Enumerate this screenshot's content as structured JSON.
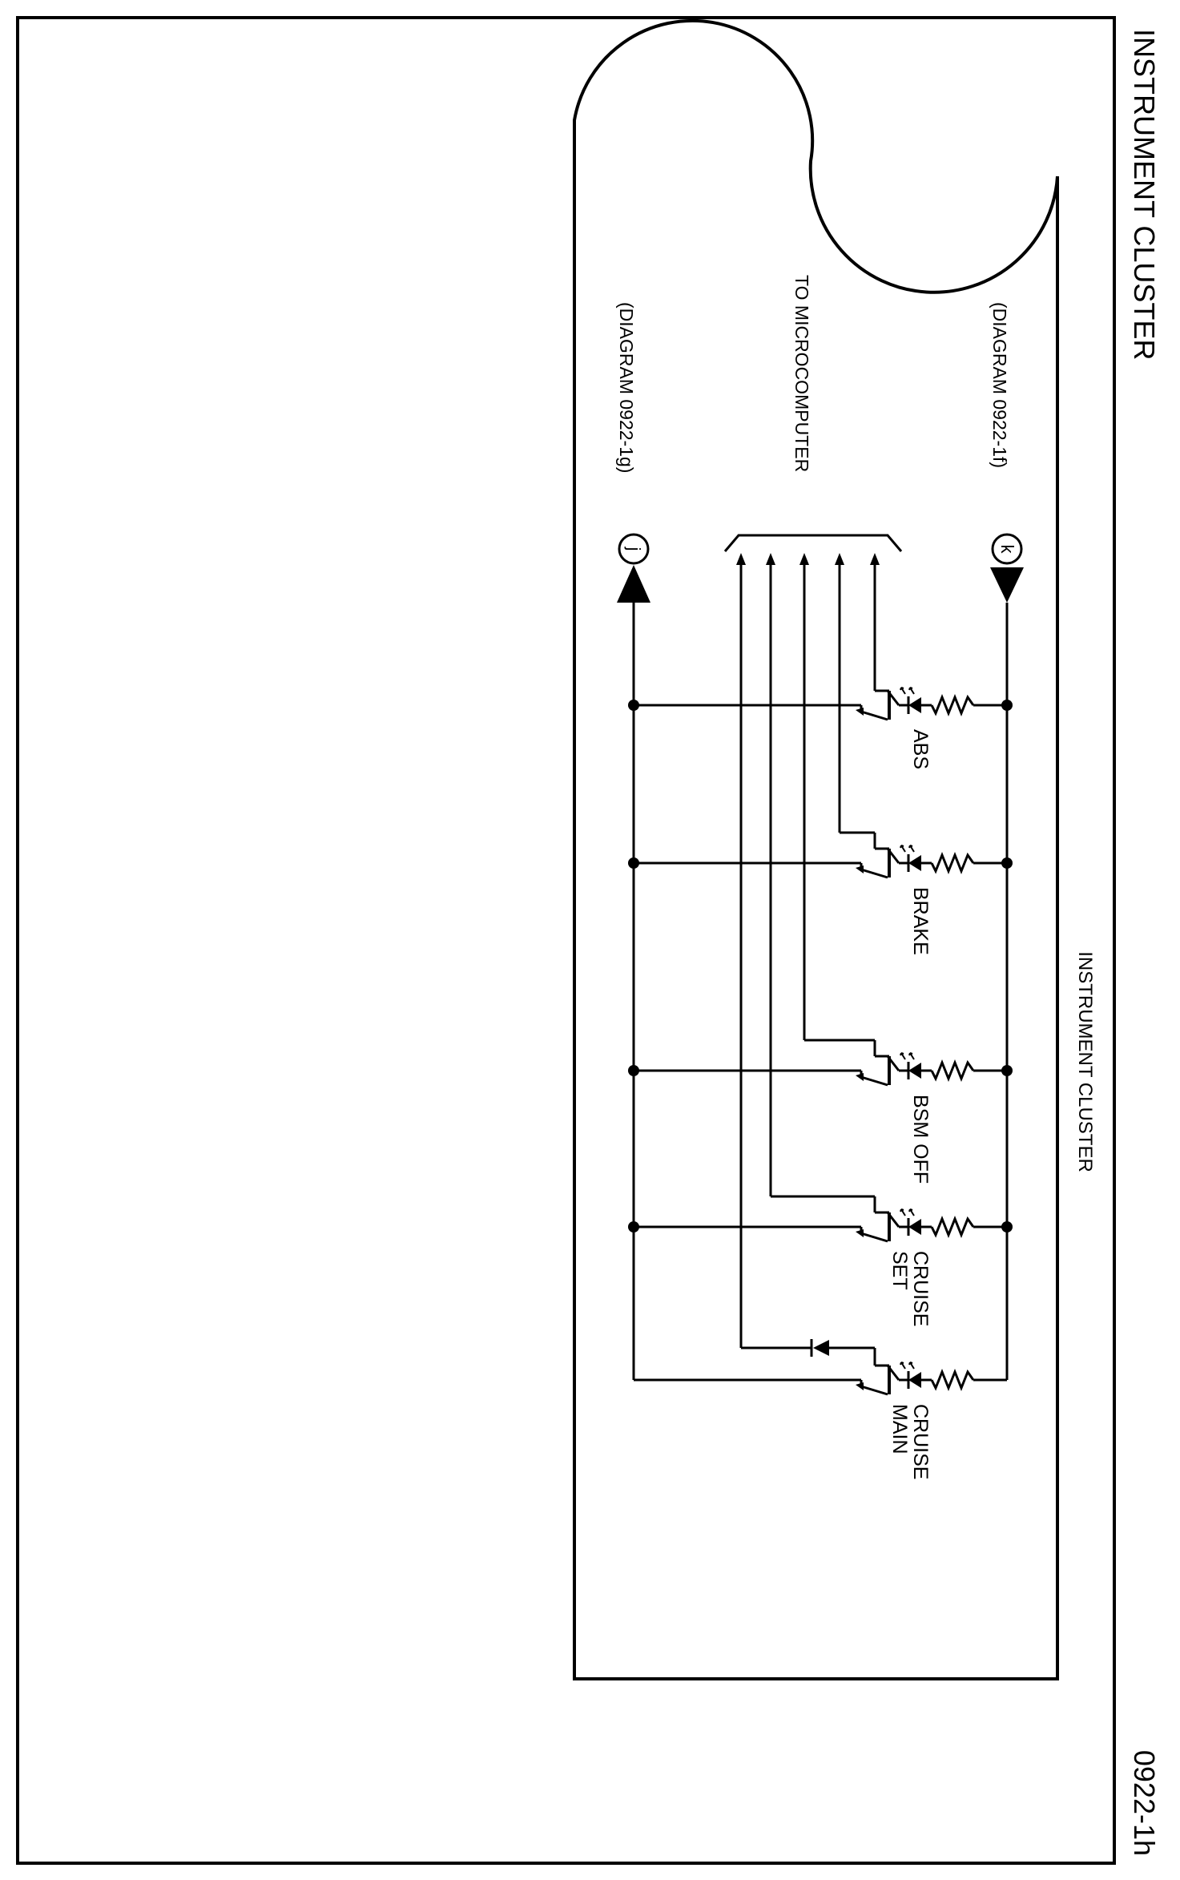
{
  "page": {
    "title": "INSTRUMENT CLUSTER",
    "diagram_id": "0922-1h"
  },
  "cluster": {
    "label": "INSTRUMENT CLUSTER"
  },
  "microcomputer": {
    "label": "TO MICROCOMPUTER"
  },
  "connectors": {
    "k": {
      "letter": "k",
      "reference": "(DIAGRAM 0922-1f)"
    },
    "j": {
      "letter": "j",
      "reference": "(DIAGRAM 0922-1g)"
    }
  },
  "indicators": [
    {
      "name": "abs",
      "lines": [
        "ABS"
      ]
    },
    {
      "name": "brake",
      "lines": [
        "BRAKE"
      ]
    },
    {
      "name": "bsm-off",
      "lines": [
        "BSM OFF"
      ]
    },
    {
      "name": "cruise-set",
      "lines": [
        "CRUISE",
        "SET"
      ]
    },
    {
      "name": "cruise-main",
      "lines": [
        "CRUISE",
        "MAIN"
      ]
    }
  ]
}
